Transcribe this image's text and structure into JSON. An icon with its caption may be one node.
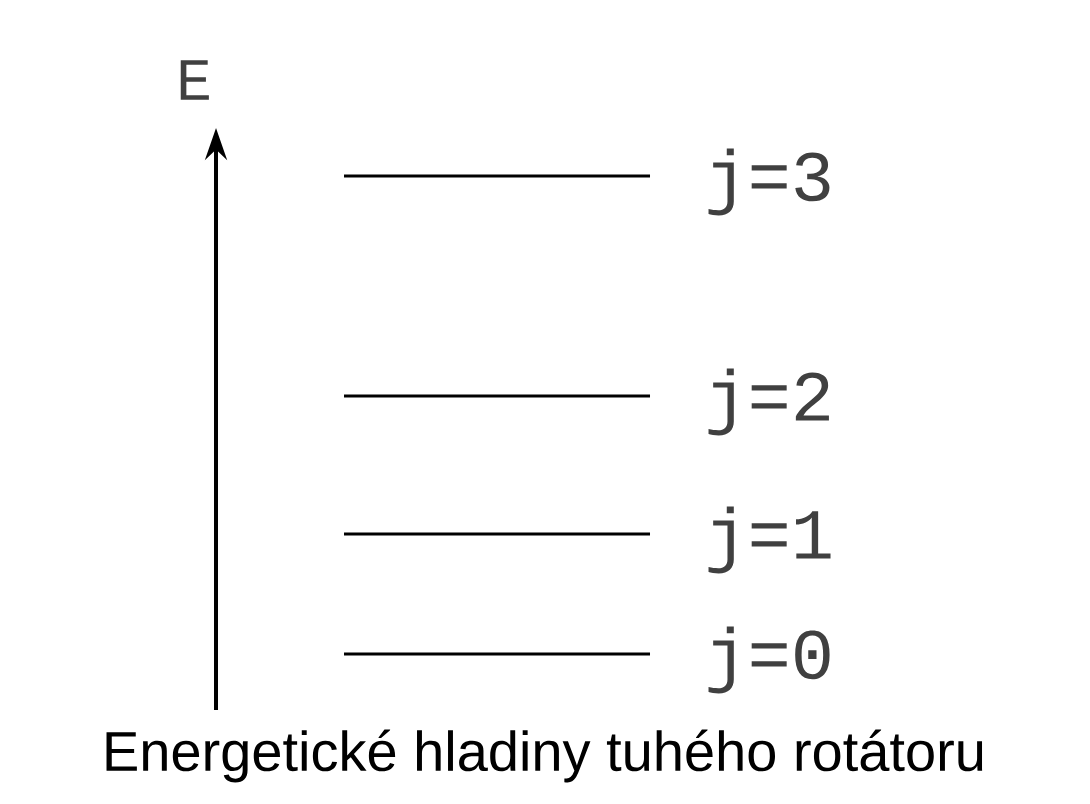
{
  "diagram": {
    "caption": "Energetické hladiny tuhého rotátoru",
    "labels": [
      "E",
      "j=3",
      "j=2",
      "j=1",
      "j=0"
    ]
  }
}
